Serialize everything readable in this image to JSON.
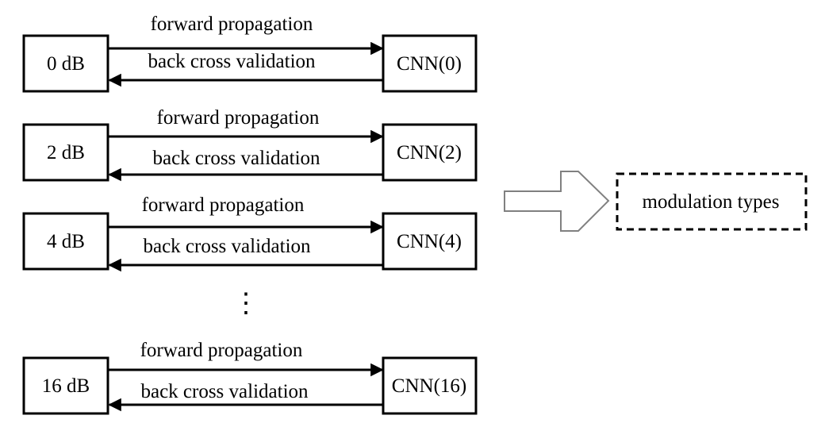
{
  "rows": [
    {
      "snr": "0 dB",
      "cnn": "CNN(0)",
      "forward": "forward propagation",
      "back": "back cross validation"
    },
    {
      "snr": "2 dB",
      "cnn": "CNN(2)",
      "forward": "forward propagation",
      "back": "back cross validation"
    },
    {
      "snr": "4 dB",
      "cnn": "CNN(4)",
      "forward": "forward propagation",
      "back": "back cross validation"
    },
    {
      "snr": "16 dB",
      "cnn": "CNN(16)",
      "forward": "forward propagation",
      "back": "back cross validation"
    }
  ],
  "ellipsis": "⋮",
  "output": {
    "label": "modulation types"
  },
  "colors": {
    "stroke": "#000000",
    "arrow_outline": "#808080"
  }
}
